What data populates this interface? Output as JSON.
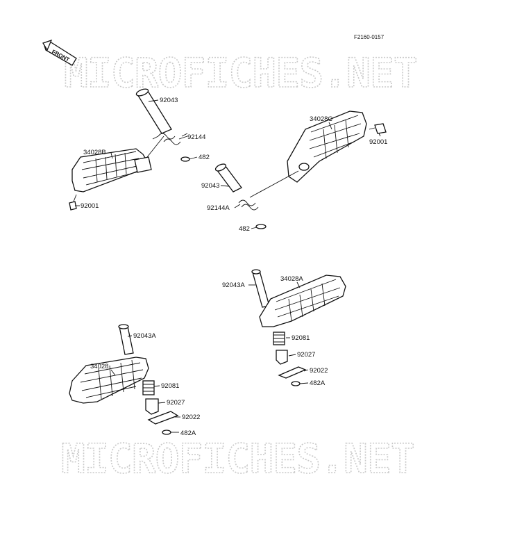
{
  "diagram": {
    "code": "F2160-0157",
    "front_label": "FRONT",
    "watermark": "MICROFICHES.NET",
    "labels": {
      "p_92043_tl": "92043",
      "p_92144_tl": "92144",
      "p_482_tl": "482",
      "p_34028B": "34028B",
      "p_92001_tl": "92001",
      "p_34028C": "34028C",
      "p_92001_tr": "92001",
      "p_92043_tr": "92043",
      "p_92144A": "92144A",
      "p_482_tr": "482",
      "p_92043A_br": "92043A",
      "p_34028A": "34028A",
      "p_92081_br": "92081",
      "p_92027_br": "92027",
      "p_92022_br": "92022",
      "p_482A_br": "482A",
      "p_92043A_bl": "92043A",
      "p_34028": "34028",
      "p_92081_bl": "92081",
      "p_92027_bl": "92027",
      "p_92022_bl": "92022",
      "p_482A_bl": "482A"
    }
  }
}
